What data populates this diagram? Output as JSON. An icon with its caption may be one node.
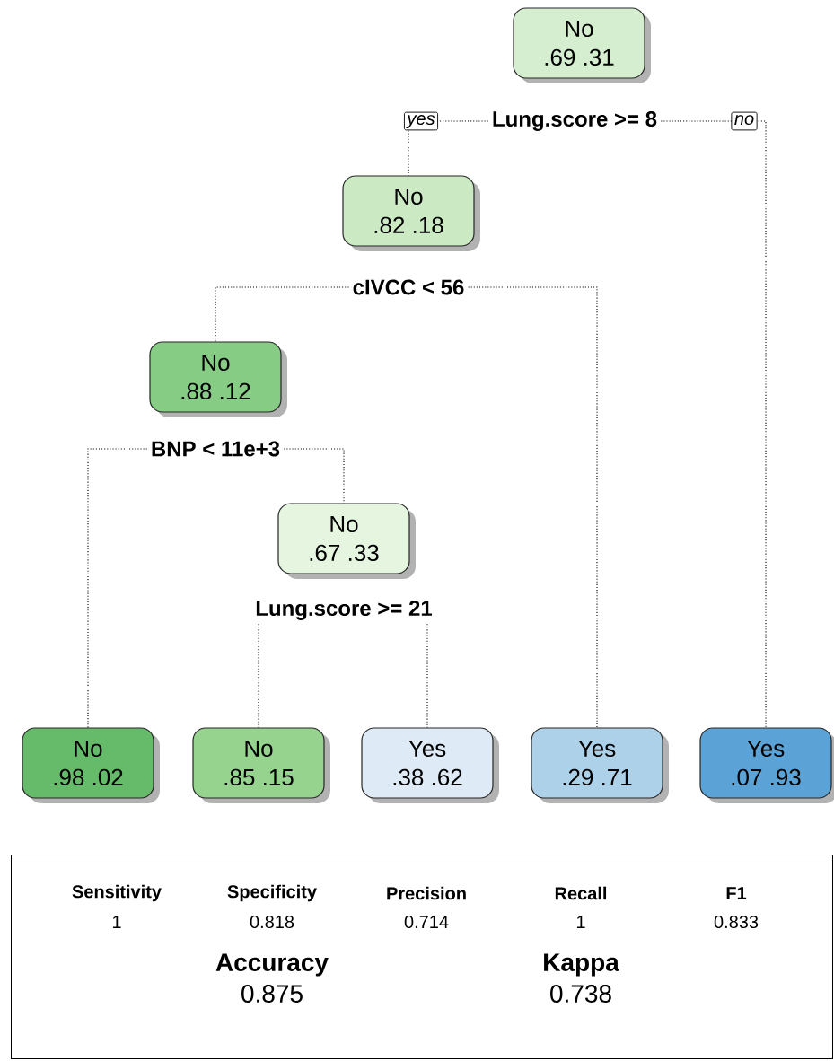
{
  "diagram": {
    "nodes": [
      {
        "text": [
          "No",
          ".69 .31"
        ]
      },
      {
        "text": [
          "Lung.score >= 8"
        ]
      },
      {
        "text": [
          "No",
          ".82 .18"
        ]
      },
      {
        "text": [
          "cIVCC < 56"
        ]
      },
      {
        "text": [
          "No",
          ".88 .12"
        ]
      },
      {
        "text": [
          "BNP < 11e+3"
        ]
      },
      {
        "text": [
          "No",
          ".67 .33"
        ]
      },
      {
        "text": [
          "Lung.score >= 21"
        ]
      },
      {
        "text": [
          "No",
          ".98 .02"
        ]
      },
      {
        "text": [
          "No",
          ".85 .15"
        ]
      },
      {
        "text": [
          "Yes",
          ".38 .62"
        ]
      },
      {
        "text": [
          "Yes",
          ".29 .71"
        ]
      },
      {
        "text": [
          "Yes",
          ".07 .93"
        ]
      },
      {
        "text": [
          "Sensitivity",
          "1",
          "Specificity",
          "0.818",
          "Precision",
          "0.714",
          "Recall",
          "1",
          "F1",
          "0.833",
          "Accuracy",
          "0.875",
          "Kappa",
          "0.738"
        ]
      }
    ],
    "edges": [
      {
        "from": 1,
        "to": 2,
        "arrow": "none",
        "label": "yes"
      },
      {
        "from": 1,
        "to": 12,
        "arrow": "none",
        "label": "no"
      },
      {
        "from": 3,
        "to": 4,
        "arrow": "none"
      },
      {
        "from": 3,
        "to": 11,
        "arrow": "none"
      },
      {
        "from": 5,
        "to": 8,
        "arrow": "none"
      },
      {
        "from": 5,
        "to": 6,
        "arrow": "none"
      },
      {
        "from": 7,
        "to": 9,
        "arrow": "none"
      },
      {
        "from": 7,
        "to": 10,
        "arrow": "none"
      }
    ]
  }
}
